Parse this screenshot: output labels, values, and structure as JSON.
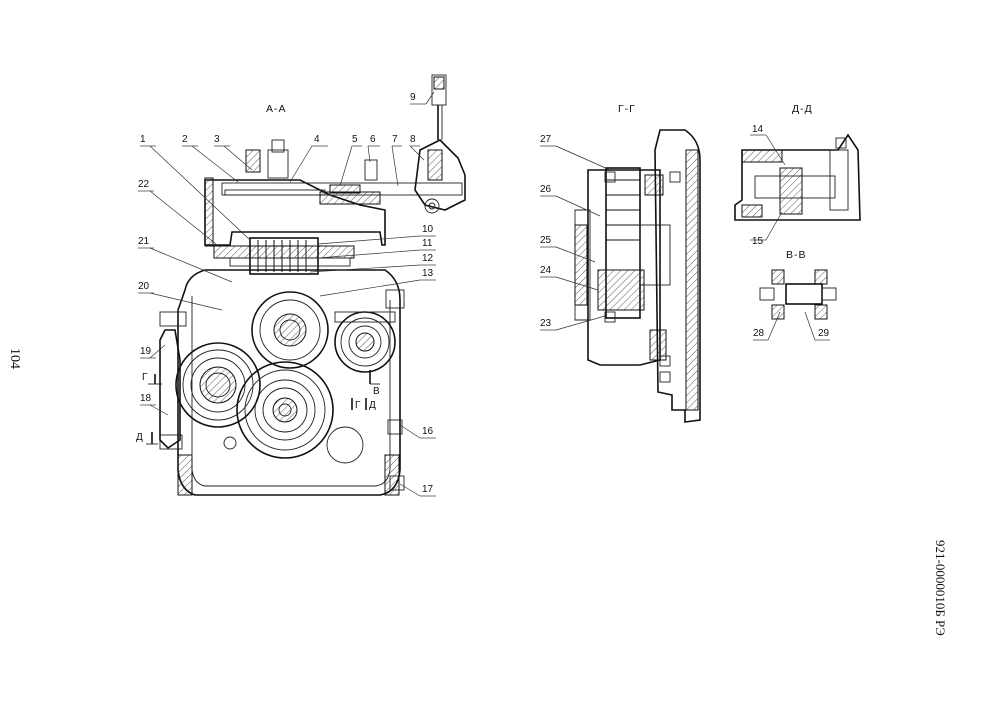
{
  "page_number": "104",
  "doc_code": "921-0000010Б РЭ",
  "sections": {
    "aa": "А-А",
    "gg": "Г-Г",
    "dd": "Д-Д",
    "vv": "В-В"
  },
  "cut_marks": {
    "g": "Г",
    "d": "Д",
    "v": "В",
    "g2": "Г",
    "d2": "Д"
  },
  "callouts": [
    "1",
    "2",
    "3",
    "4",
    "5",
    "6",
    "7",
    "8",
    "9",
    "10",
    "11",
    "12",
    "13",
    "14",
    "15",
    "16",
    "17",
    "18",
    "19",
    "20",
    "21",
    "22",
    "23",
    "24",
    "25",
    "26",
    "27",
    "28",
    "29"
  ]
}
